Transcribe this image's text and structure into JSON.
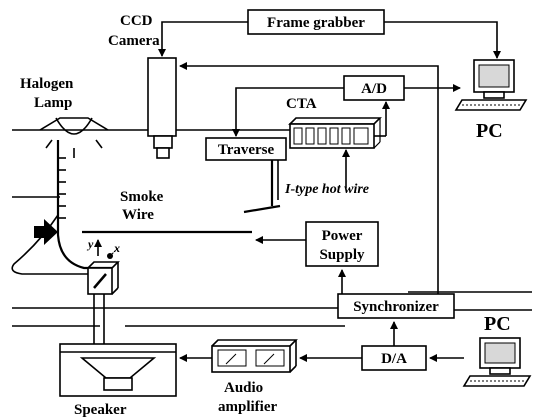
{
  "labels": {
    "ccd_camera_line1": "CCD",
    "ccd_camera_line2": "Camera",
    "frame_grabber": "Frame grabber",
    "halogen_line1": "Halogen",
    "halogen_line2": "Lamp",
    "ad": "A/D",
    "cta": "CTA",
    "traverse": "Traverse",
    "pc_top": "PC",
    "pc_bottom": "PC",
    "hot_wire": "I-type hot wire",
    "smoke_line1": "Smoke",
    "smoke_line2": "Wire",
    "axis_y": "y",
    "axis_x": "x",
    "power_line1": "Power",
    "power_line2": "Supply",
    "synchronizer": "Synchronizer",
    "da": "D/A",
    "speaker": "Speaker",
    "audio_line1": "Audio",
    "audio_line2": "amplifier"
  },
  "colors": {
    "ink": "#000000",
    "background": "#ffffff",
    "screen": "#d8d8d8"
  }
}
